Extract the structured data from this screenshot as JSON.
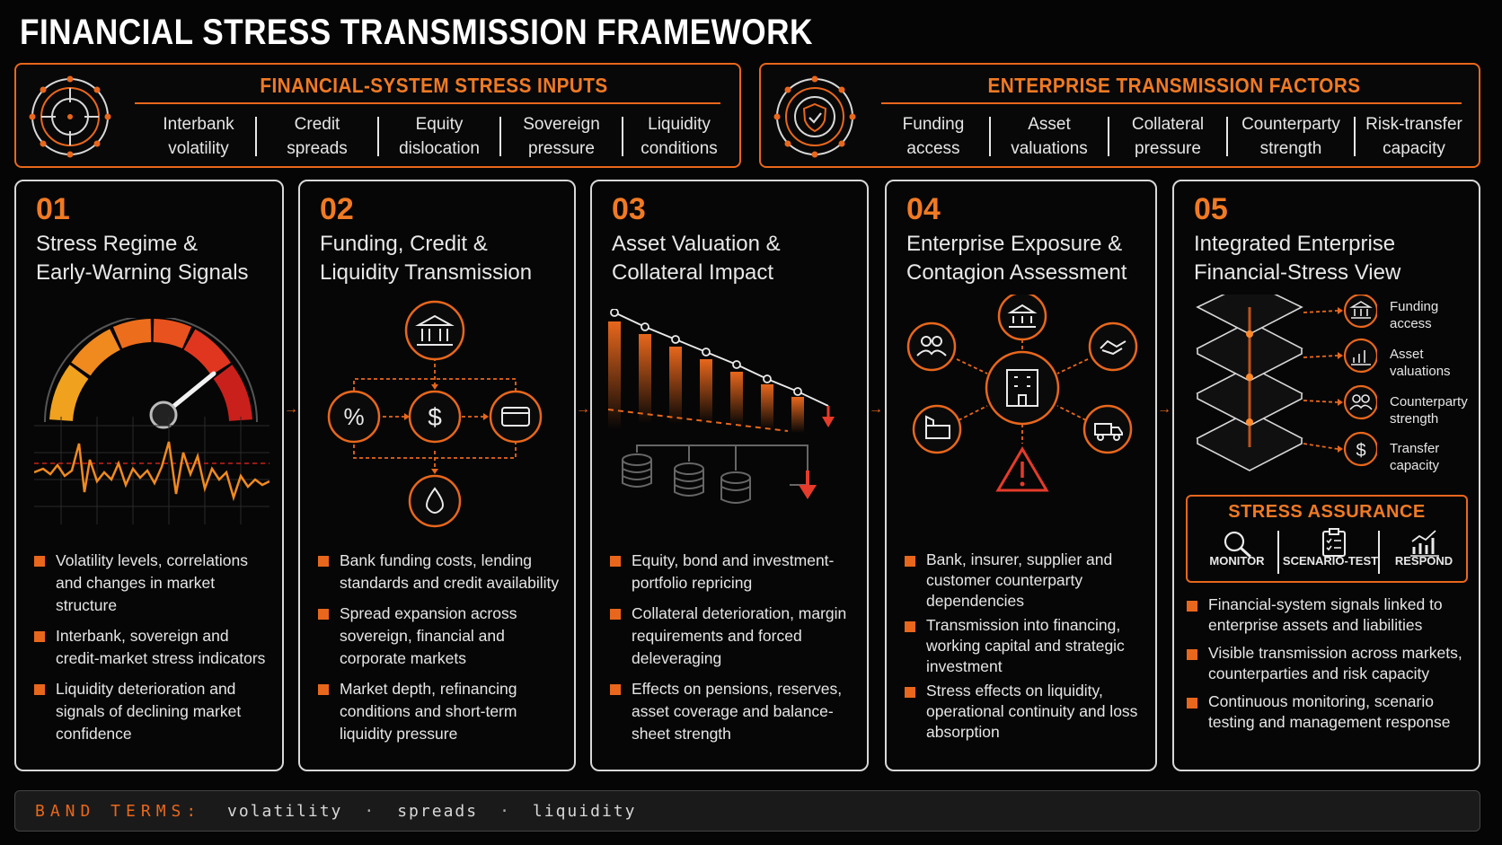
{
  "title": "FINANCIAL STRESS TRANSMISSION FRAMEWORK",
  "inputs": {
    "heading": "FINANCIAL-SYSTEM STRESS INPUTS",
    "items": [
      "Interbank\nvolatility",
      "Credit\nspreads",
      "Equity\ndislocation",
      "Sovereign\npressure",
      "Liquidity\nconditions"
    ]
  },
  "factors": {
    "heading": "ENTERPRISE TRANSMISSION FACTORS",
    "items": [
      "Funding\naccess",
      "Asset\nvaluations",
      "Collateral\npressure",
      "Counterparty\nstrength",
      "Risk-transfer\ncapacity"
    ]
  },
  "stages": [
    {
      "number": "01",
      "title": "Stress Regime &\nEarly-Warning Signals",
      "bullets": [
        "Volatility levels, correlations and changes in market structure",
        "Interbank, sovereign and credit-market stress indicators",
        "Liquidity deterioration and signals of declining market confidence"
      ]
    },
    {
      "number": "02",
      "title": "Funding, Credit &\nLiquidity Transmission",
      "bullets": [
        "Bank funding costs, lending standards and credit availability",
        "Spread expansion across sovereign, financial and corporate markets",
        "Market depth, refinancing conditions and short-term liquidity pressure"
      ]
    },
    {
      "number": "03",
      "title": "Asset Valuation &\nCollateral Impact",
      "bullets": [
        "Equity, bond and investment-portfolio repricing",
        "Collateral deterioration, margin requirements and forced deleveraging",
        "Effects on pensions, reserves, asset coverage and balance-sheet strength"
      ]
    },
    {
      "number": "04",
      "title": "Enterprise Exposure &\nContagion Assessment",
      "bullets": [
        "Bank, insurer, supplier and customer counterparty dependencies",
        "Transmission into financing, working capital and strategic investment",
        "Stress effects on liquidity, operational continuity and loss absorption"
      ]
    },
    {
      "number": "05",
      "title": "Integrated Enterprise\nFinancial-Stress View",
      "layers": [
        "Funding\naccess",
        "Asset\nvaluations",
        "Counterparty\nstrength",
        "Transfer\ncapacity"
      ],
      "bullets": [
        "Financial-system signals linked to enterprise assets and liabilities",
        "Visible transmission across markets, counterparties and risk capacity",
        "Continuous monitoring, scenario testing and management response"
      ]
    }
  ],
  "assurance": {
    "title": "STRESS ASSURANCE",
    "items": [
      "MONITOR",
      "SCENARIO-TEST",
      "RESPOND"
    ]
  },
  "footer": {
    "label": "BAND TERMS:",
    "terms": [
      "volatility",
      "spreads",
      "liquidity"
    ]
  },
  "colors": {
    "accent": "#e8671c",
    "warning": "#e53b2a",
    "background": "#050505"
  }
}
